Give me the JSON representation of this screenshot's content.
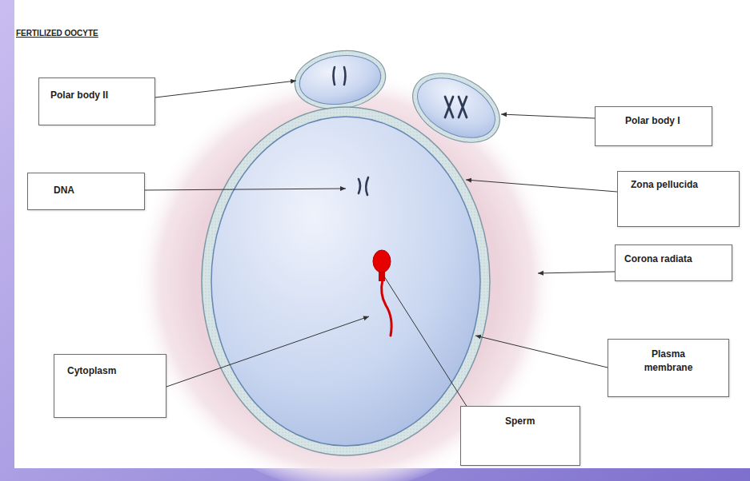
{
  "diagram": {
    "title": "FERTILIZED OOCYTE",
    "nodes": [
      {
        "text": [
          "Polar body II"
        ]
      },
      {
        "text": [
          "Polar body I"
        ]
      },
      {
        "text": [
          "DNA"
        ]
      },
      {
        "text": [
          "Zona pellucida"
        ]
      },
      {
        "text": [
          "Corona radiata"
        ]
      },
      {
        "text": [
          "Cytoplasm"
        ]
      },
      {
        "text": [
          "Plasma membrane"
        ]
      },
      {
        "text": [
          "Sperm"
        ]
      }
    ]
  }
}
